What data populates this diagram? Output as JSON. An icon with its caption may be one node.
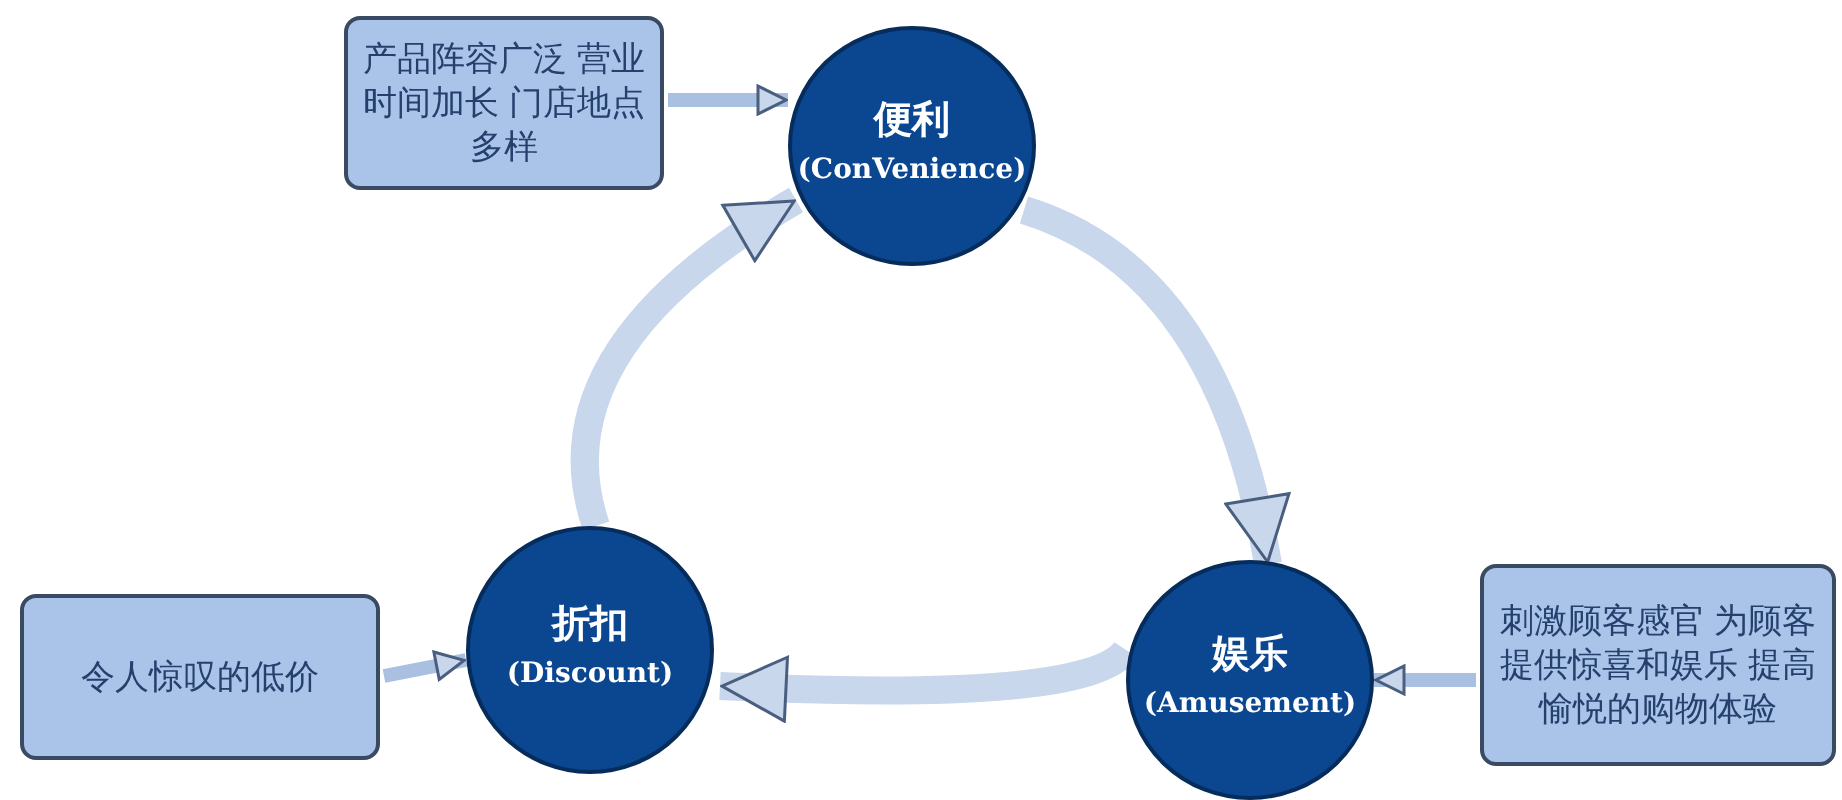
{
  "diagram": {
    "nodes": [
      {
        "text": [
          "产品阵容广泛 营业时间加长 门店地点多样"
        ]
      },
      {
        "text": [
          "便利",
          "(ConVenience)"
        ]
      },
      {
        "text": [
          "娱乐",
          "(Amusement)"
        ]
      },
      {
        "text": [
          "刺激顾客感官 为顾客提供惊喜和娱乐 提高愉悦的购物体验"
        ]
      },
      {
        "text": [
          "折扣",
          "(Discount)"
        ]
      },
      {
        "text": [
          "令人惊叹的低价"
        ]
      }
    ],
    "edges": [
      {
        "from": 0,
        "to": 1,
        "arrow": "to"
      },
      {
        "from": 1,
        "to": 2,
        "arrow": "to",
        "style": "thick"
      },
      {
        "from": 3,
        "to": 2,
        "arrow": "to"
      },
      {
        "from": 2,
        "to": 4,
        "arrow": "to",
        "style": "thick"
      },
      {
        "from": 5,
        "to": 4,
        "arrow": "to"
      },
      {
        "from": 4,
        "to": 1,
        "arrow": "to",
        "style": "thick"
      }
    ]
  }
}
